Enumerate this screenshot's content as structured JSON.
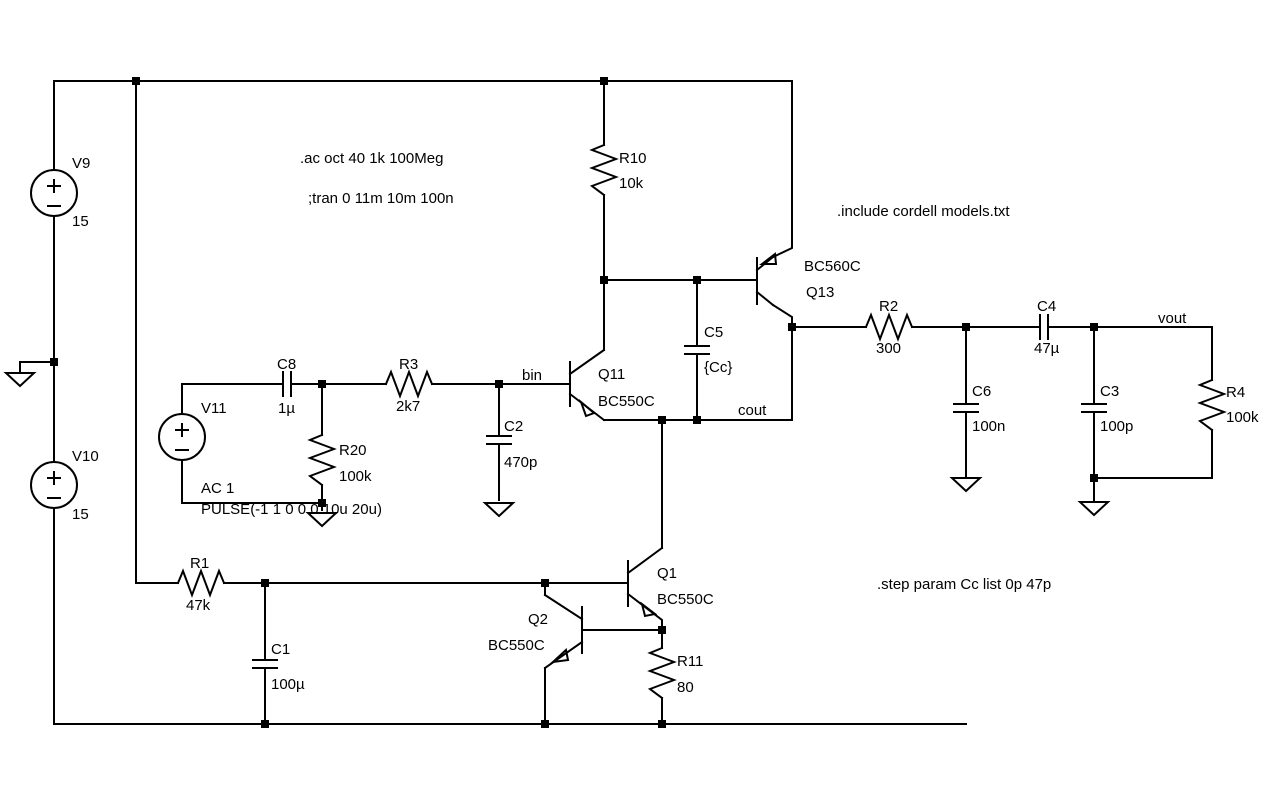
{
  "directives": {
    "ac": ".ac oct 40 1k 100Meg",
    "tran": ";tran 0 11m 10m 100n",
    "include": ".include cordell models.txt",
    "step": ".step param  Cc list 0p 47p"
  },
  "sources": {
    "v9": {
      "name": "V9",
      "value": "15"
    },
    "v10": {
      "name": "V10",
      "value": "15"
    },
    "v11": {
      "name": "V11",
      "value1": "AC 1",
      "value2": "PULSE(-1 1 0 0 0 10u 20u)"
    }
  },
  "resistors": {
    "r10": {
      "name": "R10",
      "value": "10k"
    },
    "r3": {
      "name": "R3",
      "value": "2k7"
    },
    "r20": {
      "name": "R20",
      "value": "100k"
    },
    "r1": {
      "name": "R1",
      "value": "47k"
    },
    "r11": {
      "name": "R11",
      "value": "80"
    },
    "r2": {
      "name": "R2",
      "value": "300"
    },
    "r4": {
      "name": "R4",
      "value": "100k"
    }
  },
  "capacitors": {
    "c8": {
      "name": "C8",
      "value": "1µ"
    },
    "c2": {
      "name": "C2",
      "value": "470p"
    },
    "c5": {
      "name": "C5",
      "value": "{Cc}"
    },
    "c1": {
      "name": "C1",
      "value": "100µ"
    },
    "c6": {
      "name": "C6",
      "value": "100n"
    },
    "c4": {
      "name": "C4",
      "value": "47µ"
    },
    "c3": {
      "name": "C3",
      "value": "100p"
    }
  },
  "transistors": {
    "q11": {
      "name": "Q11",
      "model": "BC550C"
    },
    "q13": {
      "name": "Q13",
      "model": "BC560C"
    },
    "q1": {
      "name": "Q1",
      "model": "BC550C"
    },
    "q2": {
      "name": "Q2",
      "model": "BC550C"
    }
  },
  "nets": {
    "bin": "bin",
    "cout": "cout",
    "vout": "vout"
  }
}
